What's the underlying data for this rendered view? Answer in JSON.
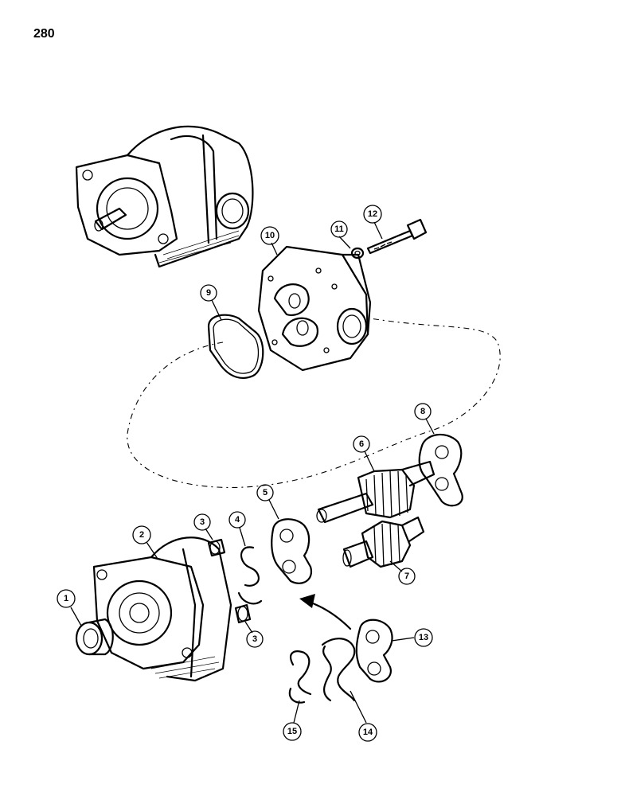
{
  "page": {
    "number": "280"
  },
  "callouts": [
    {
      "id": "1",
      "label": "1"
    },
    {
      "id": "2",
      "label": "2"
    },
    {
      "id": "3a",
      "label": "3"
    },
    {
      "id": "3b",
      "label": "3"
    },
    {
      "id": "4",
      "label": "4"
    },
    {
      "id": "5",
      "label": "5"
    },
    {
      "id": "6",
      "label": "6"
    },
    {
      "id": "7",
      "label": "7"
    },
    {
      "id": "8",
      "label": "8"
    },
    {
      "id": "9",
      "label": "9"
    },
    {
      "id": "10",
      "label": "10"
    },
    {
      "id": "11",
      "label": "11"
    },
    {
      "id": "12",
      "label": "12"
    },
    {
      "id": "13",
      "label": "13"
    },
    {
      "id": "14",
      "label": "14"
    },
    {
      "id": "15",
      "label": "15"
    }
  ]
}
